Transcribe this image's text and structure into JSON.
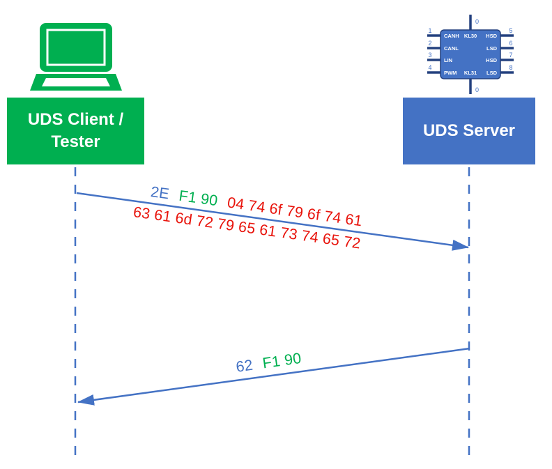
{
  "colors": {
    "actor_green": "#00AF50",
    "actor_blue": "#4472C4",
    "hex_red": "#E8140C",
    "chip_pin_dark_blue": "#24417F"
  },
  "client": {
    "label_line1": "UDS Client /",
    "label_line2": "Tester"
  },
  "server": {
    "label": "UDS Server"
  },
  "ecu_chip": {
    "pin_top": {
      "num": "0",
      "label": "KL30"
    },
    "pin_bottom": {
      "num": "0",
      "label": "KL31"
    },
    "pins_left": [
      {
        "num": "1",
        "label": "CANH"
      },
      {
        "num": "2",
        "label": "CANL"
      },
      {
        "num": "3",
        "label": "LIN"
      },
      {
        "num": "4",
        "label": "PWM"
      }
    ],
    "pins_right": [
      {
        "num": "5",
        "label": "HSD"
      },
      {
        "num": "6",
        "label": "LSD"
      },
      {
        "num": "7",
        "label": "HSD"
      },
      {
        "num": "8",
        "label": "LSD"
      }
    ]
  },
  "messages": {
    "request": {
      "sid": "2E",
      "did": "F1 90",
      "data_line1": "04 74 6f 79 6f 74 61",
      "data_line2": "63 61 6d 72 79 65 61 73 74 65 72"
    },
    "response": {
      "sid": "62",
      "did": "F1 90"
    }
  }
}
